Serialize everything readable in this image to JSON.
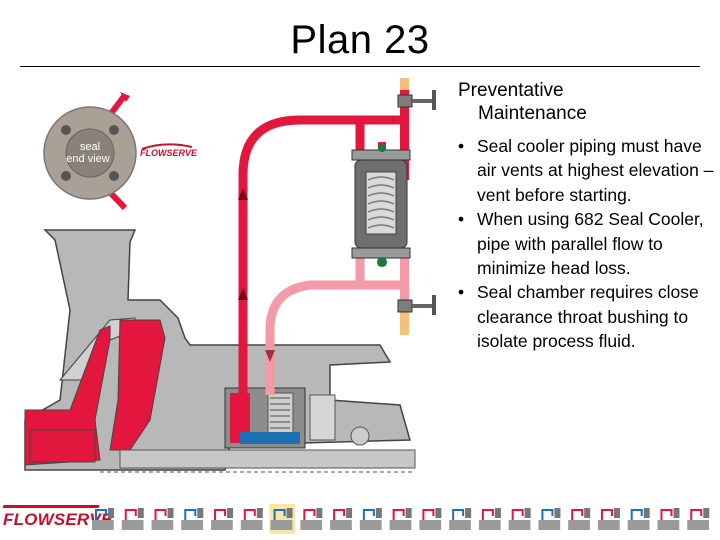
{
  "slide": {
    "title": "Plan 23",
    "heading_line1": "Preventative",
    "heading_line2": "Maintenance",
    "bullets": [
      "Seal cooler piping must have air vents at highest elevation – vent before starting.",
      "When using 682 Seal Cooler, pipe with parallel flow to minimize head loss.",
      "Seal chamber requires close clearance throat bushing to isolate process fluid."
    ]
  },
  "diagram": {
    "seal_label_line1": "seal",
    "seal_label_line2": "end view",
    "brand_small": "FLOWSERVE"
  },
  "footer": {
    "logo": "FLOWSERVE",
    "plan_thumbnails": 21,
    "highlighted_index": 6
  },
  "colors": {
    "hot_flow": "#e3173e",
    "cool_flow": "#f29aa6",
    "metal": "#b5b5b5",
    "vent_tube": "#f5c07a",
    "brand": "#c8102e"
  }
}
